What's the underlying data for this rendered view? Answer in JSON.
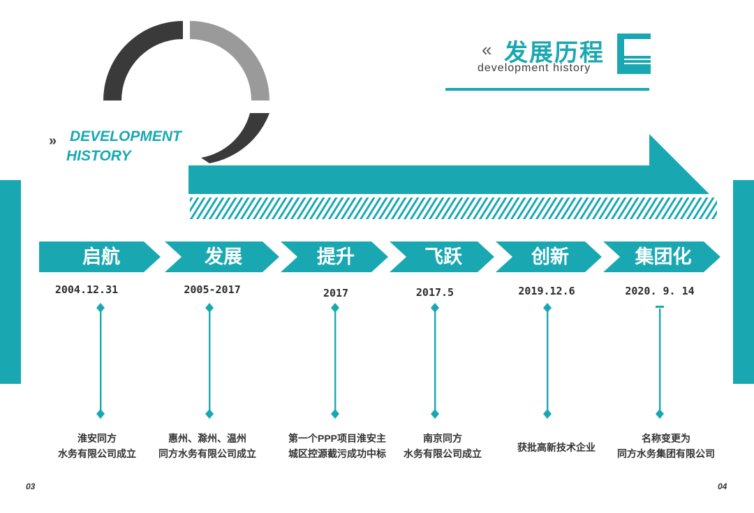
{
  "header": {
    "en_line1": "DEVELOPMENT",
    "en_line2": "HISTORY",
    "cn_title": "发展历程",
    "cn_subtitle": "development history",
    "chevron_right": "»",
    "chevron_left": "«"
  },
  "colors": {
    "accent": "#19a8b2",
    "dark": "#3a3a3a",
    "grey": "#9a9a9a"
  },
  "timeline": [
    {
      "stage": "启航",
      "date": "2004.12.31",
      "desc": [
        "淮安同方",
        "水务有限公司成立"
      ]
    },
    {
      "stage": "发展",
      "date": "2005-2017",
      "desc": [
        "惠州、滁州、温州",
        "同方水务有限公司成立"
      ]
    },
    {
      "stage": "提升",
      "date": "2017",
      "desc": [
        "第一个PPP项目淮安主",
        "城区控源截污成功中标"
      ]
    },
    {
      "stage": "飞跃",
      "date": "2017.5",
      "desc": [
        "南京同方",
        "水务有限公司成立"
      ]
    },
    {
      "stage": "创新",
      "date": "2019.12.6",
      "desc": [
        "获批高新技术企业"
      ]
    },
    {
      "stage": "集团化",
      "date": "2020. 9. 14",
      "desc": [
        "名称变更为",
        "同方水务集团有限公司"
      ]
    }
  ],
  "page_numbers": {
    "left": "03",
    "right": "04"
  }
}
